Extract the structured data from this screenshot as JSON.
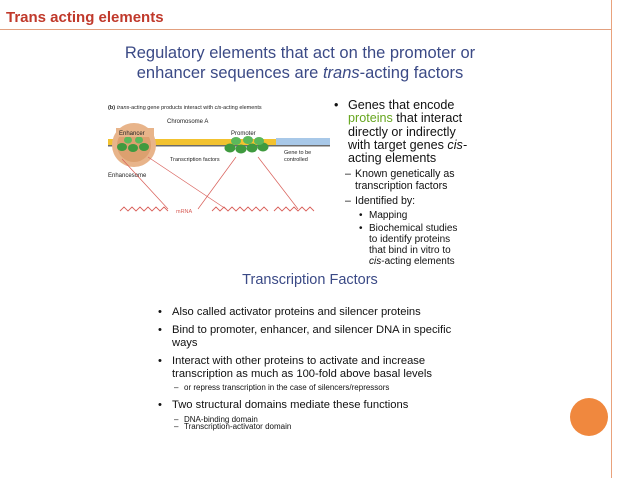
{
  "header": {
    "title": "Trans acting elements"
  },
  "slide_title": {
    "line1": "Regulatory elements that act on the promoter or",
    "line2_pre": "enhancer sequences are ",
    "line2_em": "trans",
    "line2_post": "-acting factors"
  },
  "diagram": {
    "caption_b": "(b)",
    "caption_em1": "trans",
    "caption_mid": "-acting gene products interact with ",
    "caption_em2": "cis",
    "caption_end": "-acting elements",
    "chromosome_label": "Chromosome A",
    "enhancer_label": "Enhancer",
    "promoter_label": "Promoter",
    "tf_label": "Transcription factors",
    "gene_label_1": "Gene to be",
    "gene_label_2": "controlled",
    "enhancesome_label": "Enhancesome",
    "mrna_label": "mRNA",
    "colors": {
      "dna": "#f2c230",
      "gene": "#a8c8e8",
      "protein": "#3f9a3f",
      "enhanceosome": "#e8b48a",
      "arrow": "#d9605a"
    }
  },
  "right_bullets": {
    "b1_l1": "Genes that encode",
    "b1_green": "proteins",
    "b1_l2_post": " that interact",
    "b1_l3": "directly or indirectly",
    "b1_l4_pre": "with target genes ",
    "b1_l4_em": "cis-",
    "b1_l5": "acting elements",
    "d1_l1": "Known genetically as",
    "d1_l2": "transcription factors",
    "d2": "Identified by:",
    "s1": "Mapping",
    "s2_l1": "Biochemical studies",
    "s2_l2": "to identify proteins",
    "s2_l3": "that bind in vitro to",
    "s2_em": "cis",
    "s2_l4_post": "-acting elements"
  },
  "tf_section": {
    "title": "Transcription Factors",
    "items": [
      "Also called activator proteins and silencer proteins",
      "Bind to promoter, enhancer, and silencer DNA in specific ways",
      "Interact with other proteins to activate and increase transcription as much as 100-fold above basal levels"
    ],
    "sub1": "or repress transcription in the case of silencers/repressors",
    "item4": "Two structural domains mediate these functions",
    "sub2": "DNA-binding domain",
    "sub3": "Transcription-activator domain"
  },
  "bullet_char": "•",
  "dash_char": "–"
}
